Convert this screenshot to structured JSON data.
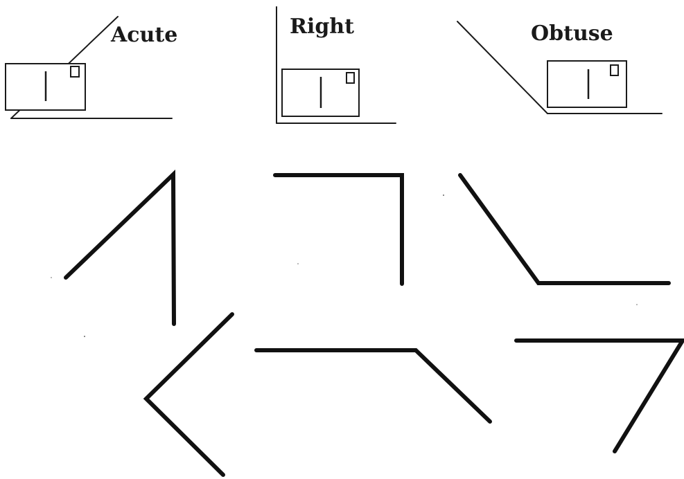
{
  "labels": {
    "acute": "Acute",
    "right": "Right",
    "obtuse": "Obtuse"
  },
  "colors": {
    "ink": "#1a1a1a",
    "background": "#ffffff"
  }
}
